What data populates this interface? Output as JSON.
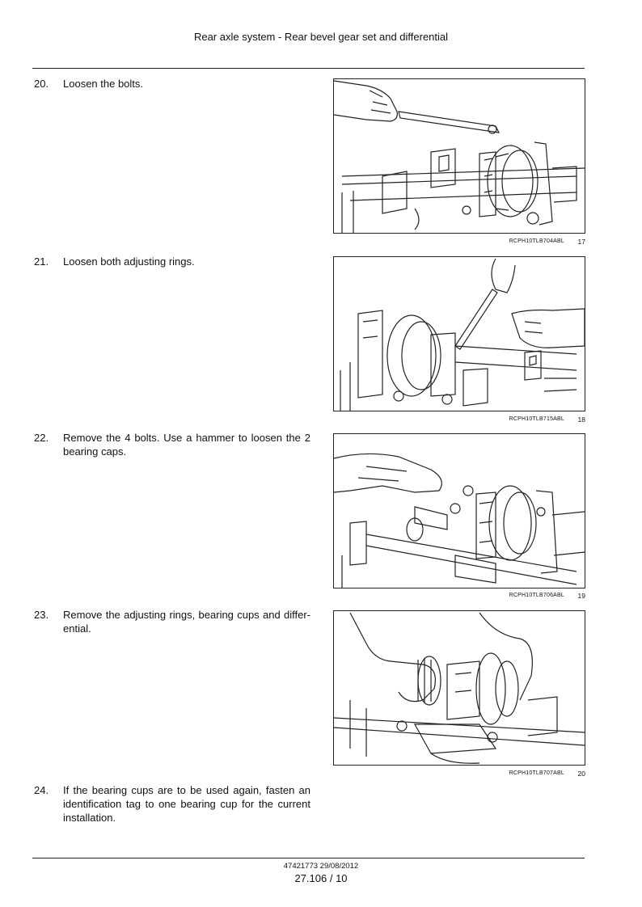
{
  "header": {
    "title": "Rear axle system - Rear bevel gear set and differential"
  },
  "steps": [
    {
      "number": "20.",
      "text": "Loosen the bolts."
    },
    {
      "number": "21.",
      "text": "Loosen both adjusting rings."
    },
    {
      "number": "22.",
      "text": "Remove the 4 bolts.  Use a hammer to loosen the 2 bearing caps."
    },
    {
      "number": "23.",
      "text": "Remove the adjusting rings, bearing cups and differ-ential."
    },
    {
      "number": "24.",
      "text": "If the bearing cups are to be used again, fasten an identification tag to one bearing cup for the current installation."
    }
  ],
  "figures": [
    {
      "code": "RCPH10TLB704ABL",
      "number": "17"
    },
    {
      "code": "RCPH10TLB715ABL",
      "number": "18"
    },
    {
      "code": "RCPH10TLB706ABL",
      "number": "19"
    },
    {
      "code": "RCPH10TLB707ABL",
      "number": "20"
    }
  ],
  "footer": {
    "code": "47421773 29/08/2012",
    "page": "27.106 / 10"
  }
}
